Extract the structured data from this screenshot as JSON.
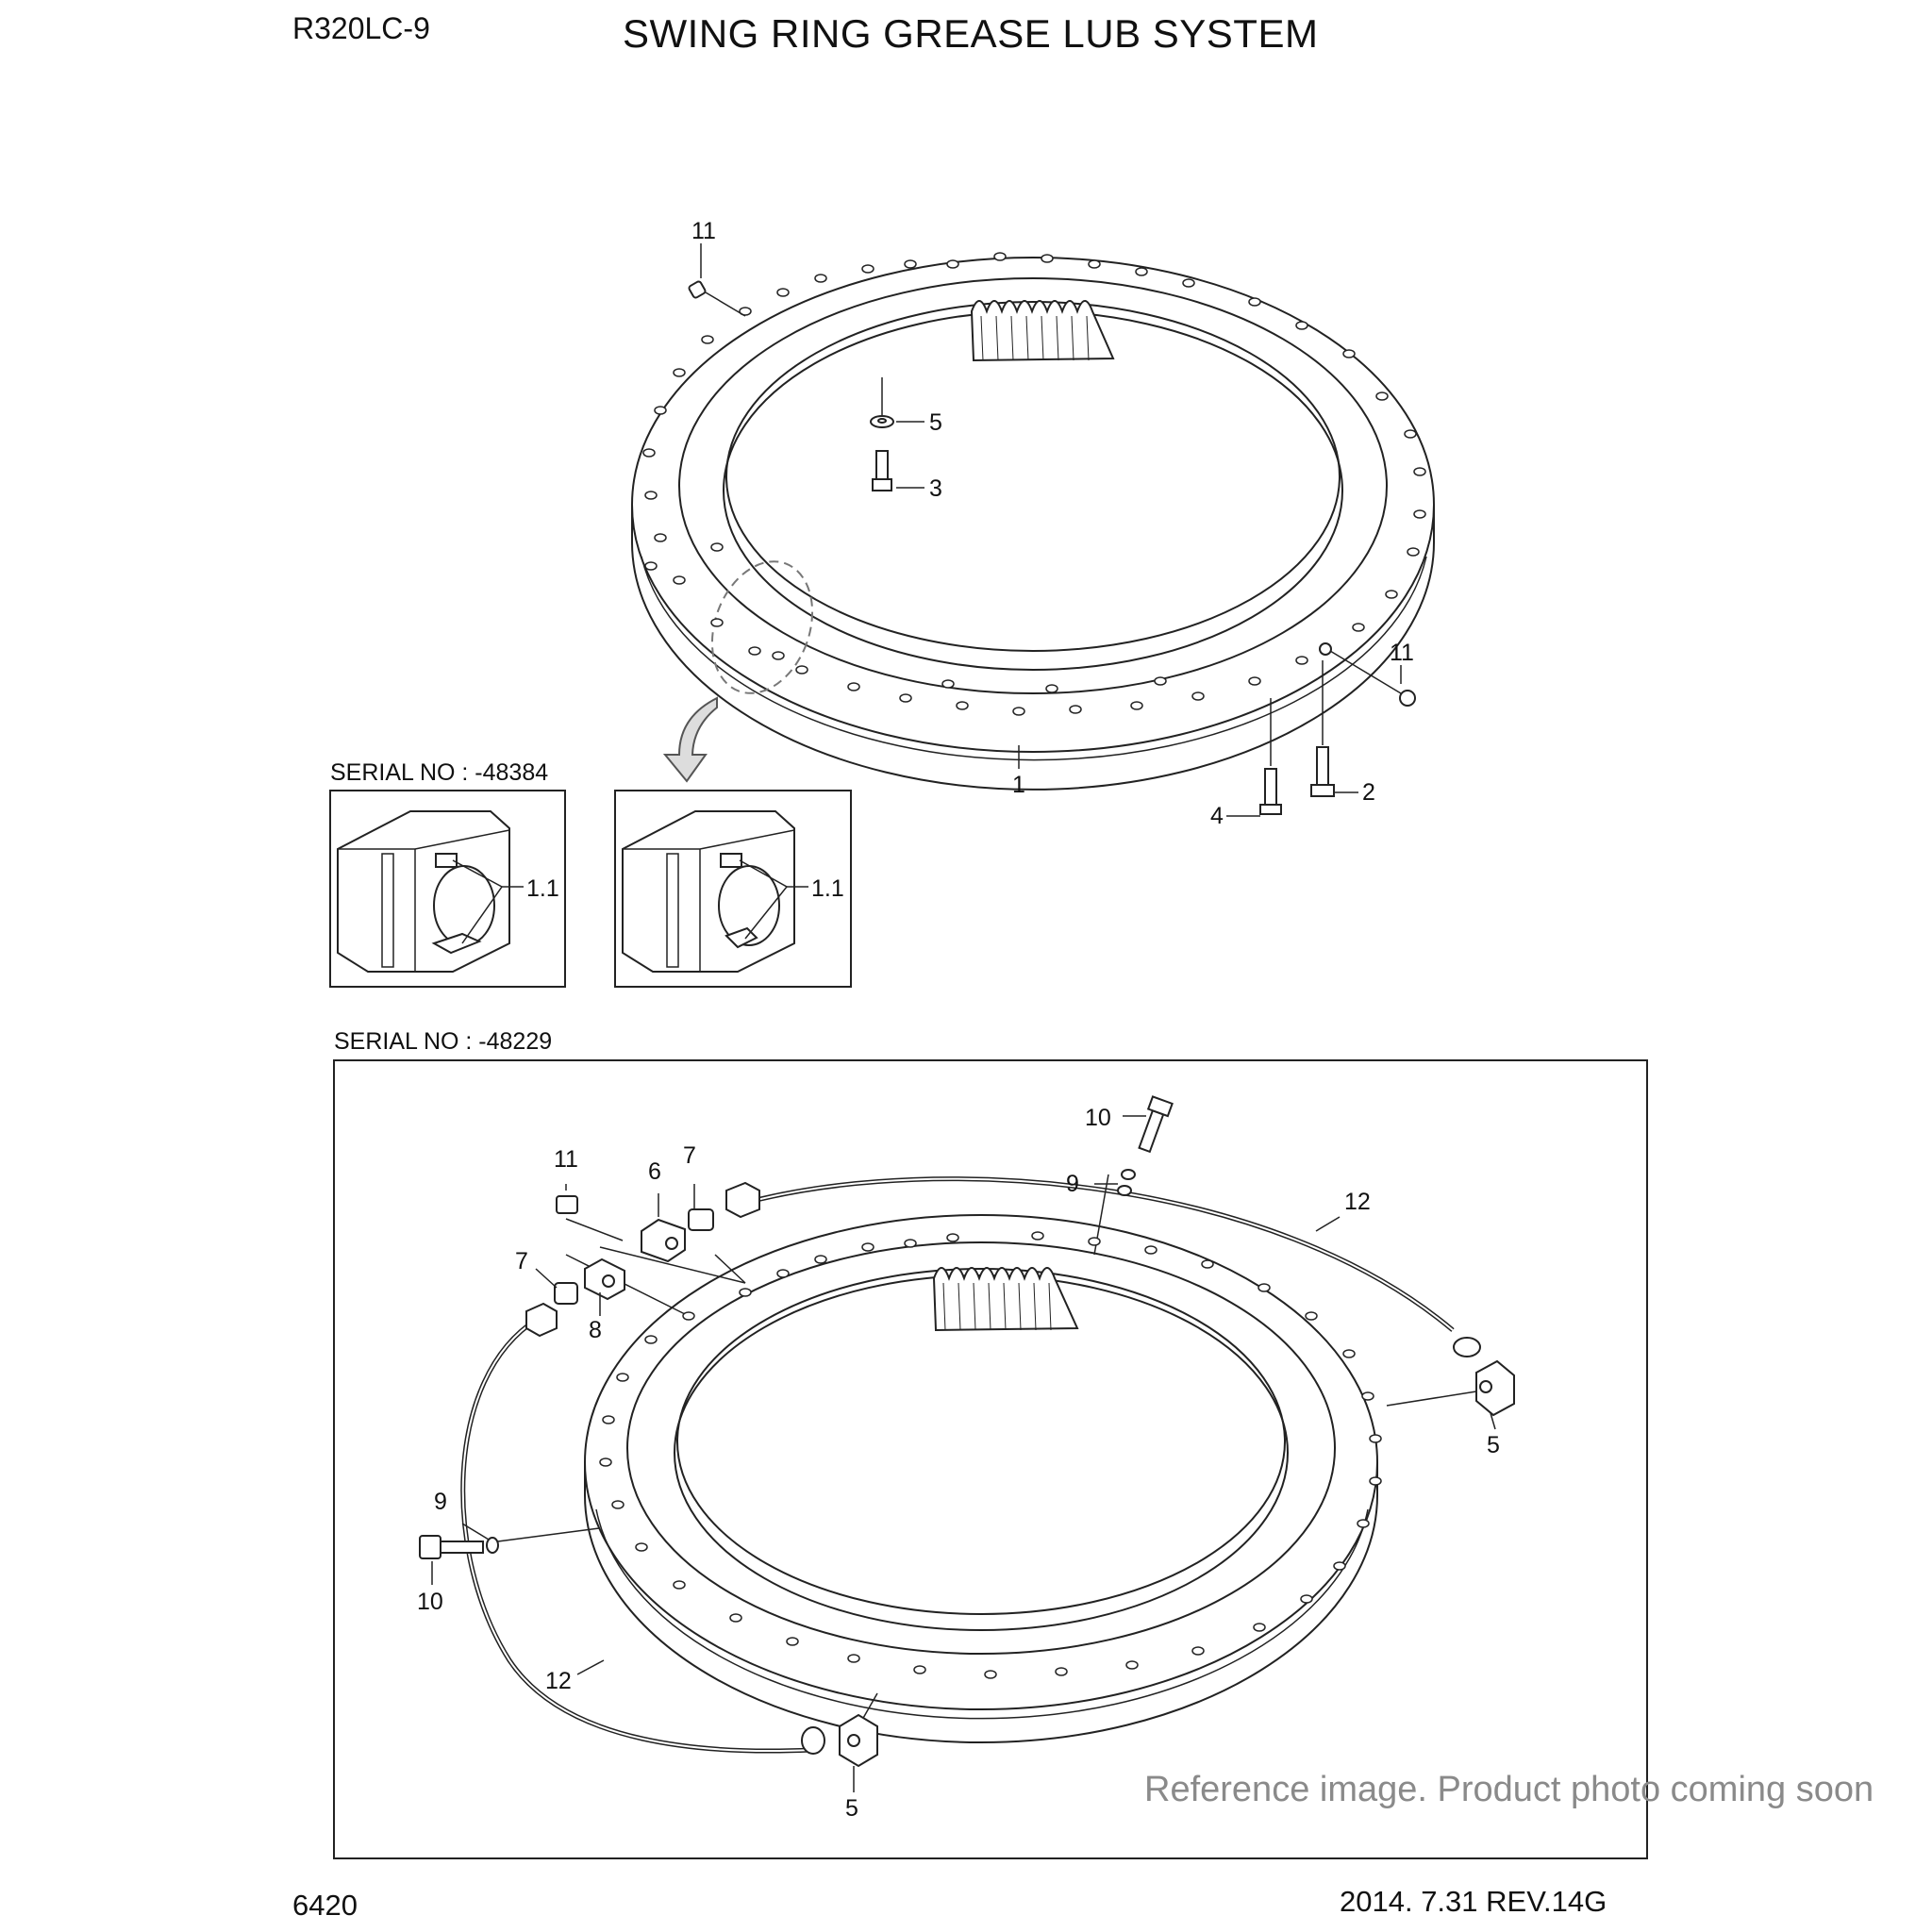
{
  "header": {
    "model": "R320LC-9",
    "title": "SWING RING GREASE LUB SYSTEM"
  },
  "serial_upper": "SERIAL NO : -48384",
  "serial_lower": "SERIAL NO : -48229",
  "callouts": {
    "upper": [
      "11",
      "5",
      "3",
      "11",
      "1",
      "4",
      "2"
    ],
    "detail": [
      "1.1",
      "1.1"
    ],
    "lower": [
      "10",
      "9",
      "11",
      "6",
      "7",
      "12",
      "7",
      "8",
      "5",
      "9",
      "10",
      "12",
      "5"
    ]
  },
  "footer": {
    "page": "6420",
    "revision": "2014. 7.31  REV.14G"
  },
  "watermark": "Reference image. Product photo coming soon"
}
